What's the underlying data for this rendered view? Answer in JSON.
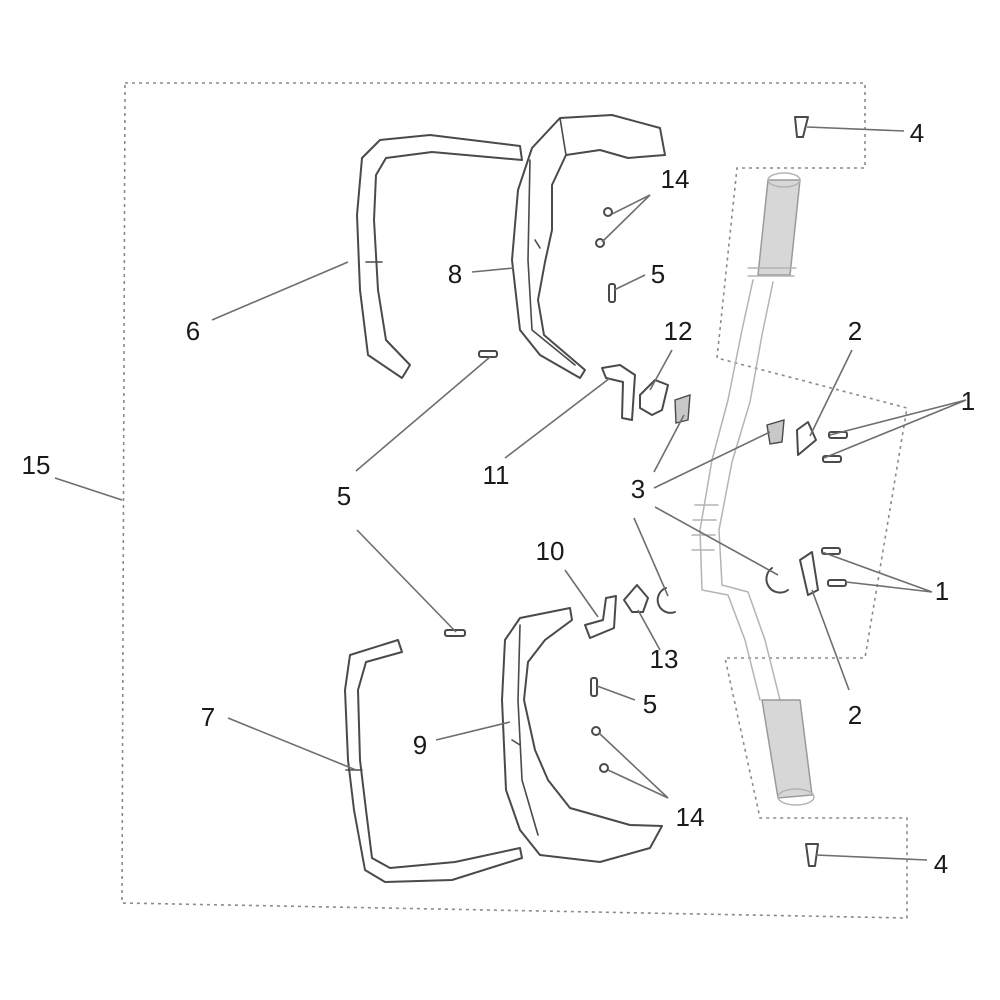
{
  "callouts": [
    {
      "id": "c1a",
      "text": "1"
    },
    {
      "id": "c1b",
      "text": "1"
    },
    {
      "id": "c2a",
      "text": "2"
    },
    {
      "id": "c2b",
      "text": "2"
    },
    {
      "id": "c3",
      "text": "3"
    },
    {
      "id": "c4a",
      "text": "4"
    },
    {
      "id": "c4b",
      "text": "4"
    },
    {
      "id": "c5a",
      "text": "5"
    },
    {
      "id": "c5b",
      "text": "5"
    },
    {
      "id": "c5c",
      "text": "5"
    },
    {
      "id": "c6",
      "text": "6"
    },
    {
      "id": "c7",
      "text": "7"
    },
    {
      "id": "c8",
      "text": "8"
    },
    {
      "id": "c9",
      "text": "9"
    },
    {
      "id": "c10",
      "text": "10"
    },
    {
      "id": "c11",
      "text": "11"
    },
    {
      "id": "c12",
      "text": "12"
    },
    {
      "id": "c13",
      "text": "13"
    },
    {
      "id": "c14a",
      "text": "14"
    },
    {
      "id": "c14b",
      "text": "14"
    },
    {
      "id": "c15",
      "text": "15"
    }
  ]
}
